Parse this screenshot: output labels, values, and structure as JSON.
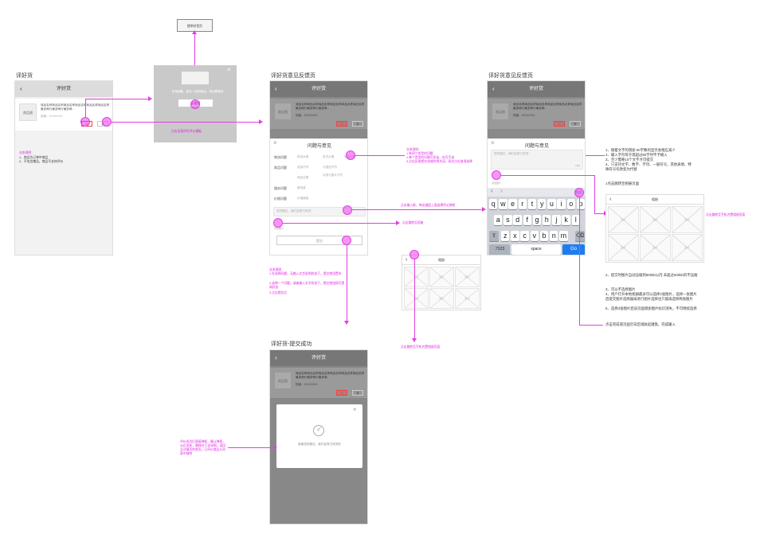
{
  "sections": {
    "rate": "评好货",
    "feedback1": "评好货意见反馈页",
    "feedback2": "评好货意见反馈页",
    "success": "评好货-提交成功"
  },
  "topbox": "提举好货页",
  "rate_page": {
    "nav_title": "评好货",
    "thumb": "商品图",
    "product_desc": "商品名称商品名称商品名称商品名称商品名称商品名称最多两行最多两行最多两...",
    "product_meta": "规格：XXXXXXX",
    "btn_good": "好",
    "btn_bad": "差",
    "rules_title": "业务规则：",
    "rules": [
      "1、商品为订单中商品",
      "2、不包含赠品，商品不支持评价"
    ]
  },
  "popup1": {
    "text": "非常抱歉，暂无一起购商品，快去看看吧",
    "button": "去看看"
  },
  "flow_note_1": "点击出现评好评价模板",
  "feedback_sheet": {
    "title": "问题与意见",
    "rows": [
      {
        "label": "物流问题",
        "tags": [
          "物流太慢",
          "发货太慢",
          "包装问题"
        ]
      },
      {
        "label": "商品问题",
        "tags": [
          "质量不好",
          "与描述不符",
          "实物与图片不符"
        ]
      },
      {
        "label": "",
        "tags": [
          "商品过期",
          "",
          ""
        ]
      },
      {
        "label": "服务问题",
        "tags": [
          "服务差",
          "",
          ""
        ]
      },
      {
        "label": "价格问题",
        "tags": [
          "价格偏高",
          "",
          ""
        ]
      }
    ],
    "input_placeholder": "您的建议，我们会努力改进~",
    "add_photo": "添加图片",
    "submit": "提交"
  },
  "sheet_note": {
    "title": "业务规则：",
    "lines": [
      "1.有四个类型的问题",
      "2.每个类型的问题可多选，也可不选",
      "3.点击反馈提交成效的将关闭，再次点击取消选择"
    ]
  },
  "note_input": "点击输入框，弹出键盘上面选择评论弹框",
  "note_gallery": "点击跳转至相册",
  "biz_rules2": {
    "title": "业务规则：",
    "lines": [
      "1.在选择问题，无输入文字说明状态下，提交按钮置灰",
      "2.选择一个问题，或者输入文字状态下，提交按钮即可提高状态",
      "3.点击提交后"
    ]
  },
  "gallery": {
    "title": "相册",
    "cells": [
      "图片",
      "图片",
      "图片",
      "图片",
      "图片",
      "图片"
    ]
  },
  "note_gallery_select": "点击跳转至手机内置相册页面",
  "feedback2": {
    "title": "问题与意见",
    "placeholder": "您的建议，我们会努力改进~",
    "counter": "0/60",
    "add_photo": "添加图片",
    "done": "完成"
  },
  "keyboard": {
    "row1": [
      "q",
      "w",
      "e",
      "r",
      "t",
      "y",
      "u",
      "i",
      "o",
      "p"
    ],
    "row2": [
      "a",
      "s",
      "d",
      "f",
      "g",
      "h",
      "j",
      "k",
      "l"
    ],
    "row3": [
      "z",
      "x",
      "c",
      "v",
      "b",
      "n",
      "m"
    ],
    "num": ".?123",
    "space": "space",
    "go": "Go"
  },
  "right_notes": {
    "block1": [
      "1、随着文字的增加 60字数的显示会相应减少",
      "2、输入字符等于或超过60字时不予输入",
      "3、至少需要10个文字才可提交",
      "4、只支持文字、数字、字母、一般符号，其他表情、特殊符号均改变为代替"
    ],
    "block1b": "1点击跳转至相册页面",
    "block2": [
      "2、提交时图片自动压缩到500kb以内 未超过500kb的不压缩",
      "3、可以不选择图片",
      "4、用户打开本地相册最多可以选择3张图片，选择一张图片后提交图片选择器再进行图片选择也只能再选择两张图片",
      "5、选择3张图片后该页面增加图片标识消失，不可继续选择"
    ],
    "block3": "点击完成或页面空白区域收起键盘，完成输入"
  },
  "note_right_gallery": "点击跳转至手机内置相册页面",
  "success_page": {
    "nav_title": "评好货",
    "modal_text": "感谢您的建议，我们会努力改进的",
    "left_note": "评价成功后直接弹框，确认弹框，3s后消失，删掉对于这张图，返回至详情页的首页。已评价商品从列表中移除"
  }
}
